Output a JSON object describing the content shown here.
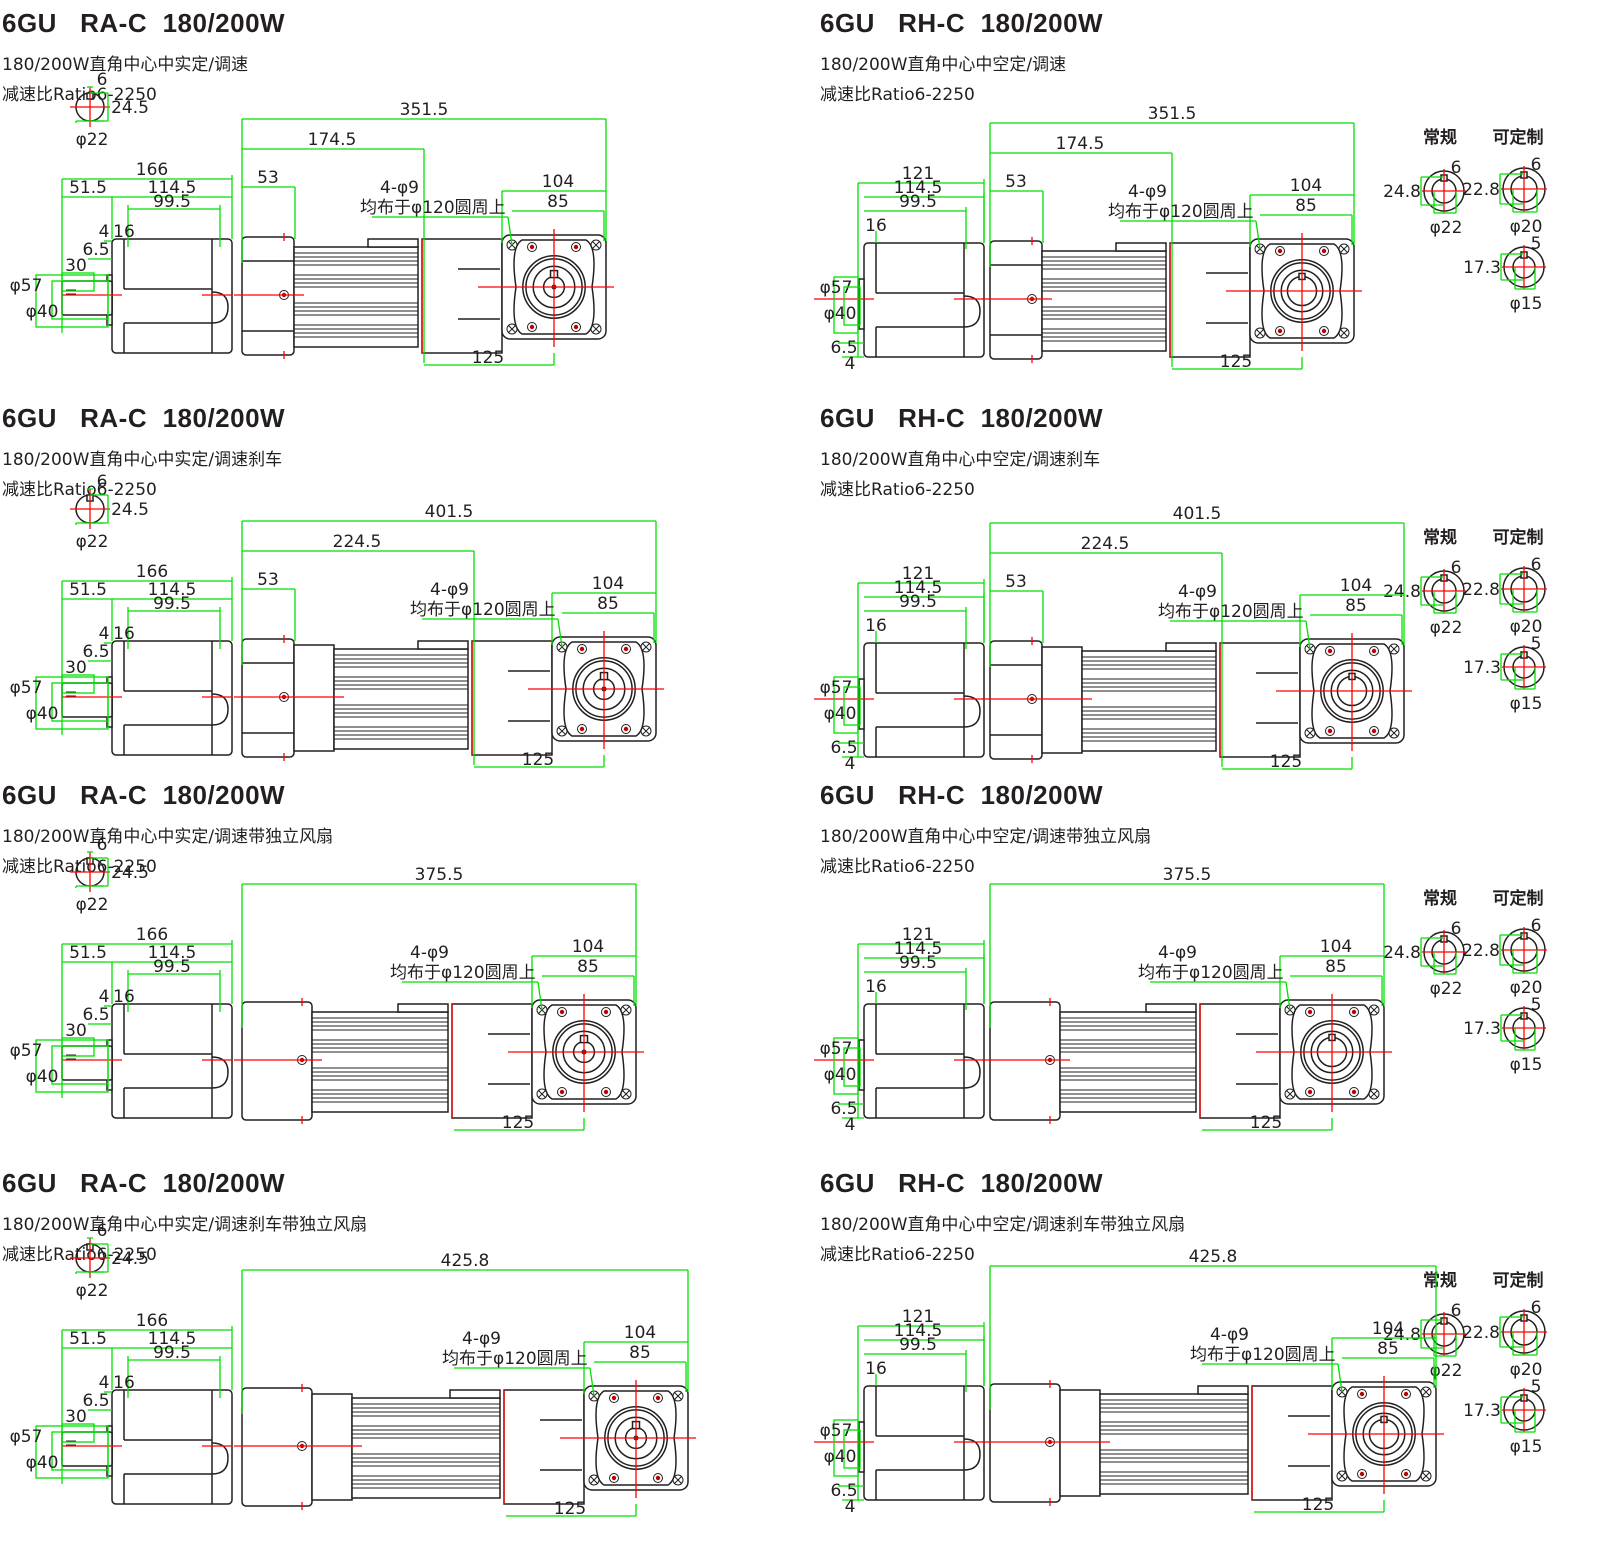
{
  "colors": {
    "dimension_line": "#00e000",
    "center_line": "#ff0000",
    "outline": "#231f20",
    "background": "#ffffff"
  },
  "panels": [
    {
      "id": "ra-c-speed",
      "title": "6GU   RA-C  180/200W",
      "subtitle": "180/200W直角中心中实定/调速",
      "ratio": "减速比Ratio6-2250",
      "type": "solid",
      "variant": "speed",
      "dims": {
        "overall": "351.5",
        "motor": "174.5",
        "gear_front": "53",
        "total_side": "166",
        "side_a": "51.5",
        "side_b": "114.5",
        "side_c": "99.5",
        "d4": "4",
        "d16": "16",
        "d6_5": "6.5",
        "d30": "30",
        "phi57": "φ57",
        "phi40": "φ40",
        "key_w": "6",
        "key_h": "24.5",
        "shaft": "φ22",
        "holes": "4-φ9",
        "holes_note": "均布于φ120圆周上",
        "flange_outer": "104",
        "flange_inner": "85",
        "flange_len": "125"
      }
    },
    {
      "id": "rh-c-speed",
      "title": "6GU   RH-C  180/200W",
      "subtitle": "180/200W直角中心中空定/调速",
      "ratio": "减速比Ratio6-2250",
      "type": "hollow",
      "variant": "speed",
      "dims": {
        "overall": "351.5",
        "motor": "174.5",
        "gear_front": "53",
        "total_side": "121",
        "side_b": "114.5",
        "side_c": "99.5",
        "d16": "16",
        "phi57": "φ57",
        "phi40": "φ40",
        "d6_5": "6.5",
        "d4": "4",
        "holes": "4-φ9",
        "holes_note": "均布于φ120圆周上",
        "flange_outer": "104",
        "flange_inner": "85",
        "flange_len": "125"
      },
      "bores": {
        "standard_label": "常规",
        "custom_label": "可定制",
        "standard": {
          "key": "6",
          "height": "24.8",
          "dia": "φ22"
        },
        "custom1": {
          "key": "6",
          "height": "22.8",
          "dia": "φ20"
        },
        "custom2": {
          "key": "5",
          "height": "17.3",
          "dia": "φ15"
        }
      }
    },
    {
      "id": "ra-c-brake",
      "title": "6GU   RA-C  180/200W",
      "subtitle": "180/200W直角中心中实定/调速刹车",
      "ratio": "减速比Ratio6-2250",
      "type": "solid",
      "variant": "brake",
      "dims": {
        "overall": "401.5",
        "motor": "224.5",
        "gear_front": "53",
        "total_side": "166",
        "side_a": "51.5",
        "side_b": "114.5",
        "side_c": "99.5",
        "d4": "4",
        "d16": "16",
        "d6_5": "6.5",
        "d30": "30",
        "phi57": "φ57",
        "phi40": "φ40",
        "key_w": "6",
        "key_h": "24.5",
        "shaft": "φ22",
        "holes": "4-φ9",
        "holes_note": "均布于φ120圆周上",
        "flange_outer": "104",
        "flange_inner": "85",
        "flange_len": "125"
      }
    },
    {
      "id": "rh-c-brake",
      "title": "6GU   RH-C  180/200W",
      "subtitle": "180/200W直角中心中空定/调速刹车",
      "ratio": "减速比Ratio6-2250",
      "type": "hollow",
      "variant": "brake",
      "dims": {
        "overall": "401.5",
        "motor": "224.5",
        "gear_front": "53",
        "total_side": "121",
        "side_b": "114.5",
        "side_c": "99.5",
        "d16": "16",
        "phi57": "φ57",
        "phi40": "φ40",
        "d6_5": "6.5",
        "d4": "4",
        "holes": "4-φ9",
        "holes_note": "均布于φ120圆周上",
        "flange_outer": "104",
        "flange_inner": "85",
        "flange_len": "125"
      },
      "bores": {
        "standard_label": "常规",
        "custom_label": "可定制",
        "standard": {
          "key": "6",
          "height": "24.8",
          "dia": "φ22"
        },
        "custom1": {
          "key": "6",
          "height": "22.8",
          "dia": "φ20"
        },
        "custom2": {
          "key": "5",
          "height": "17.3",
          "dia": "φ15"
        }
      }
    },
    {
      "id": "ra-c-fan",
      "title": "6GU   RA-C  180/200W",
      "subtitle": "180/200W直角中心中实定/调速带独立风扇",
      "ratio": "减速比Ratio6-2250",
      "type": "solid",
      "variant": "fan",
      "dims": {
        "overall": "375.5",
        "total_side": "166",
        "side_a": "51.5",
        "side_b": "114.5",
        "side_c": "99.5",
        "d4": "4",
        "d16": "16",
        "d6_5": "6.5",
        "d30": "30",
        "phi57": "φ57",
        "phi40": "φ40",
        "key_w": "6",
        "key_h": "24.5",
        "shaft": "φ22",
        "holes": "4-φ9",
        "holes_note": "均布于φ120圆周上",
        "flange_outer": "104",
        "flange_inner": "85",
        "flange_len": "125"
      }
    },
    {
      "id": "rh-c-fan",
      "title": "6GU   RH-C  180/200W",
      "subtitle": "180/200W直角中心中空定/调速带独立风扇",
      "ratio": "减速比Ratio6-2250",
      "type": "hollow",
      "variant": "fan",
      "dims": {
        "overall": "375.5",
        "total_side": "121",
        "side_b": "114.5",
        "side_c": "99.5",
        "d16": "16",
        "phi57": "φ57",
        "phi40": "φ40",
        "d6_5": "6.5",
        "d4": "4",
        "holes": "4-φ9",
        "holes_note": "均布于φ120圆周上",
        "flange_outer": "104",
        "flange_inner": "85",
        "flange_len": "125"
      },
      "bores": {
        "standard_label": "常规",
        "custom_label": "可定制",
        "standard": {
          "key": "6",
          "height": "24.8",
          "dia": "φ22"
        },
        "custom1": {
          "key": "6",
          "height": "22.8",
          "dia": "φ20"
        },
        "custom2": {
          "key": "5",
          "height": "17.3",
          "dia": "φ15"
        }
      }
    },
    {
      "id": "ra-c-brake-fan",
      "title": "6GU   RA-C  180/200W",
      "subtitle": "180/200W直角中心中实定/调速刹车带独立风扇",
      "ratio": "减速比Ratio6-2250",
      "type": "solid",
      "variant": "brakefan",
      "dims": {
        "overall": "425.8",
        "total_side": "166",
        "side_a": "51.5",
        "side_b": "114.5",
        "side_c": "99.5",
        "d4": "4",
        "d16": "16",
        "d6_5": "6.5",
        "d30": "30",
        "phi57": "φ57",
        "phi40": "φ40",
        "key_w": "6",
        "key_h": "24.5",
        "shaft": "φ22",
        "holes": "4-φ9",
        "holes_note": "均布于φ120圆周上",
        "flange_outer": "104",
        "flange_inner": "85",
        "flange_len": "125"
      }
    },
    {
      "id": "rh-c-brake-fan",
      "title": "6GU   RH-C  180/200W",
      "subtitle": "180/200W直角中心中空定/调速刹车带独立风扇",
      "ratio": "减速比Ratio6-2250",
      "type": "hollow",
      "variant": "brakefan",
      "dims": {
        "overall": "425.8",
        "total_side": "121",
        "side_b": "114.5",
        "side_c": "99.5",
        "d16": "16",
        "phi57": "φ57",
        "phi40": "φ40",
        "d6_5": "6.5",
        "d4": "4",
        "holes": "4-φ9",
        "holes_note": "均布于φ120圆周上",
        "flange_outer": "104",
        "flange_inner": "85",
        "flange_len": "125"
      },
      "bores": {
        "standard_label": "常规",
        "custom_label": "可定制",
        "standard": {
          "key": "6",
          "height": "24.8",
          "dia": "φ22"
        },
        "custom1": {
          "key": "6",
          "height": "22.8",
          "dia": "φ20"
        },
        "custom2": {
          "key": "5",
          "height": "17.3",
          "dia": "φ15"
        }
      }
    }
  ]
}
